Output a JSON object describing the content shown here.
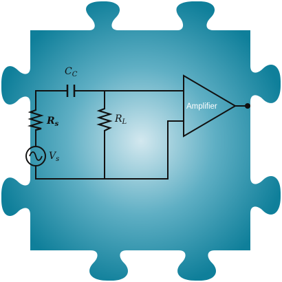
{
  "background": {
    "piece_color_center": "#d3e8ef",
    "piece_color_mid": "#5fafc4",
    "piece_color_edge": "#0f7f9a",
    "outer_color": "#ffffff"
  },
  "circuit": {
    "wire_color": "#111111",
    "components": {
      "coupling_capacitor": {
        "symbol": "C",
        "subscript": "C"
      },
      "source_resistor": {
        "symbol": "R",
        "subscript": "s"
      },
      "load_resistor": {
        "symbol": "R",
        "subscript": "L"
      },
      "voltage_source": {
        "symbol": "V",
        "subscript": "s",
        "icon": "ac-source-icon"
      },
      "amplifier": {
        "label": "Amplifier",
        "label_color": "#ffffff"
      }
    }
  }
}
